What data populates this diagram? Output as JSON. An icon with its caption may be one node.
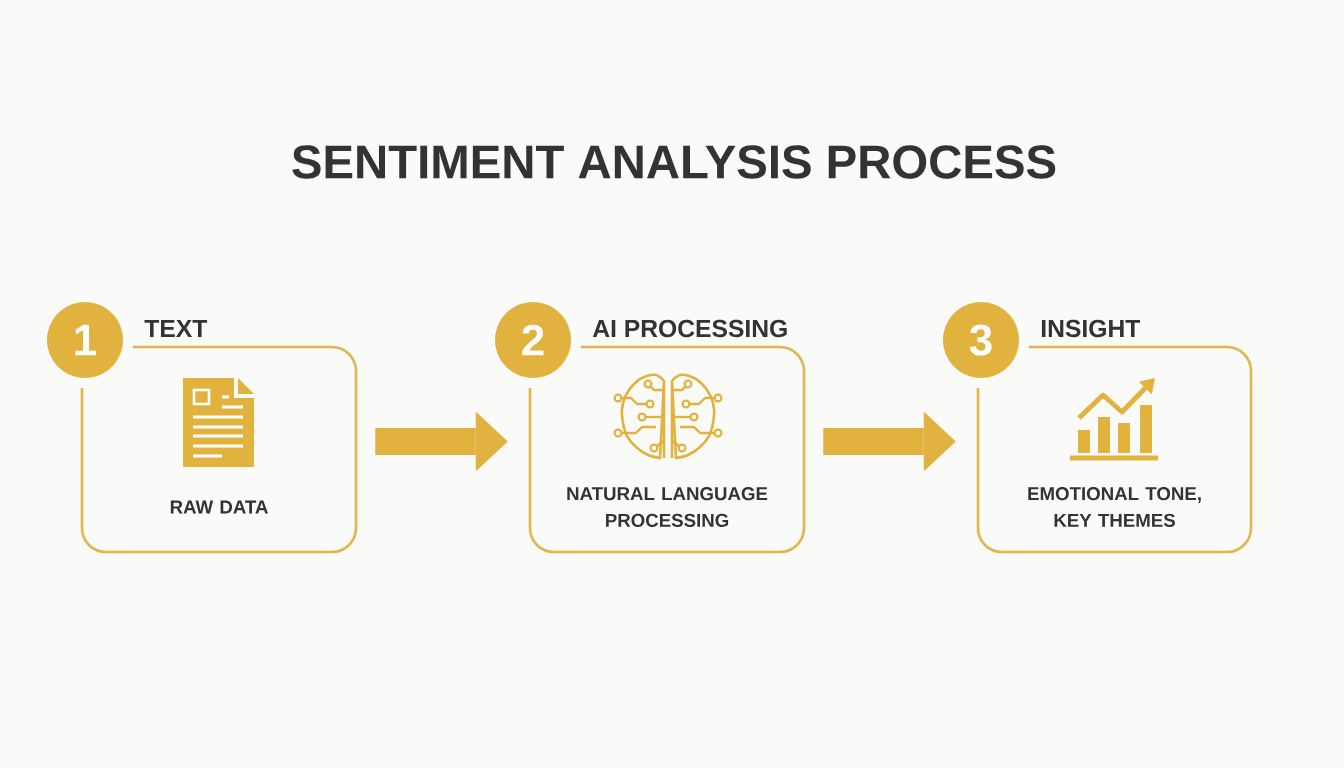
{
  "diagram": {
    "title": "SENTIMENT ANALYSIS PROCESS",
    "nodes": [
      {
        "text": [
          "1"
        ]
      },
      {
        "text": [
          "TEXT",
          "RAW DATA"
        ]
      },
      {
        "text": [
          "2"
        ]
      },
      {
        "text": [
          "AI PROCESSING",
          "NATURAL LANGUAGE PROCESSING"
        ]
      },
      {
        "text": [
          "3"
        ]
      },
      {
        "text": [
          "INSIGHT",
          "EMOTIONAL TONE, KEY THEMES"
        ]
      }
    ],
    "edges": [
      {
        "from": 1,
        "to": 3,
        "arrow": "to"
      },
      {
        "from": 3,
        "to": 5,
        "arrow": "to"
      }
    ]
  }
}
